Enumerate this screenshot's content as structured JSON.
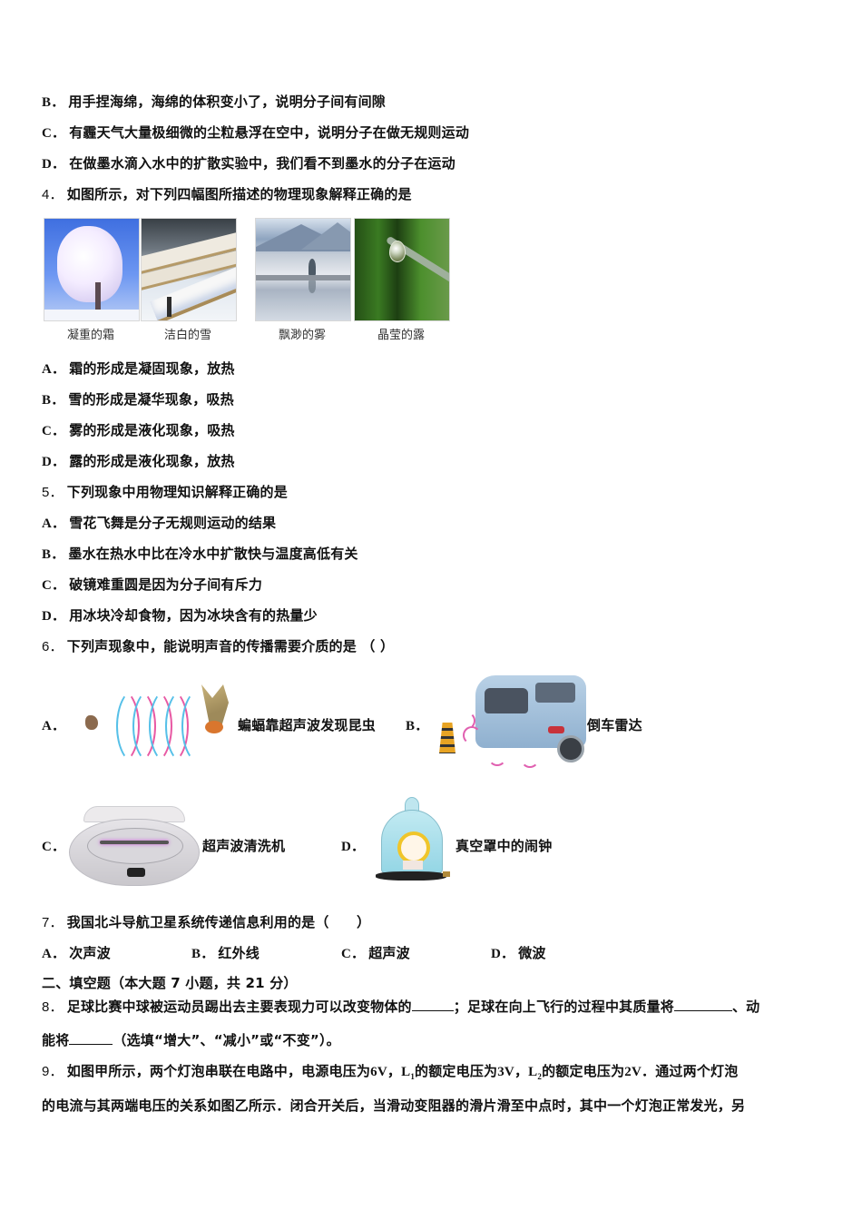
{
  "q3_options": {
    "B": {
      "label": "B．",
      "text": "用手捏海绵，海绵的体积变小了，说明分子间有间隙"
    },
    "C": {
      "label": "C．",
      "text": "有霾天气大量极细微的尘粒悬浮在空中，说明分子在做无规则运动"
    },
    "D": {
      "label": "D．",
      "text": "在做墨水滴入水中的扩散实验中，我们看不到墨水的分子在运动"
    }
  },
  "q4": {
    "number": "4．",
    "stem": "如图所示，对下列四幅图所描述的物理现象解释正确的是",
    "images": [
      {
        "caption": "凝重的霜",
        "icon": "frost-tree-photo"
      },
      {
        "caption": "洁白的雪",
        "icon": "snowy-bench-photo"
      },
      {
        "caption": "飘渺的雾",
        "icon": "foggy-lake-photo"
      },
      {
        "caption": "晶莹的露",
        "icon": "dew-drop-photo"
      }
    ],
    "options": [
      {
        "label": "A．",
        "text": "霜的形成是凝固现象，放热"
      },
      {
        "label": "B．",
        "text": "雪的形成是凝华现象，吸热"
      },
      {
        "label": "C．",
        "text": "雾的形成是液化现象，吸热"
      },
      {
        "label": "D．",
        "text": "露的形成是液化现象，放热"
      }
    ]
  },
  "q5": {
    "number": "5．",
    "stem": "下列现象中用物理知识解释正确的是",
    "options": [
      {
        "label": "A．",
        "text": "雪花飞舞是分子无规则运动的结果"
      },
      {
        "label": "B．",
        "text": "墨水在热水中比在冷水中扩散快与温度高低有关"
      },
      {
        "label": "C．",
        "text": "破镜难重圆是因为分子间有斥力"
      },
      {
        "label": "D．",
        "text": "用冰块冷却食物，因为冰块含有的热量少"
      }
    ]
  },
  "q6": {
    "number": "6．",
    "stem": "下列声现象中，能说明声音的传播需要介质的是 （ ）",
    "options": [
      {
        "label": "A．",
        "text": "蝙蝠靠超声波发现昆虫",
        "icon": "bat-echolocation-illustration"
      },
      {
        "label": "B．",
        "text": "倒车雷达",
        "icon": "car-parking-radar-illustration"
      },
      {
        "label": "C．",
        "text": "超声波清洗机",
        "icon": "ultrasonic-cleaner-illustration"
      },
      {
        "label": "D．",
        "text": "真空罩中的闹钟",
        "icon": "bell-jar-alarm-clock-illustration"
      }
    ]
  },
  "q7": {
    "number": "7．",
    "stem": "我国北斗导航卫星系统传递信息利用的是（　　）",
    "options": [
      {
        "label": "A．",
        "text": "次声波"
      },
      {
        "label": "B．",
        "text": "红外线"
      },
      {
        "label": "C．",
        "text": "超声波"
      },
      {
        "label": "D．",
        "text": "微波"
      }
    ]
  },
  "section2": {
    "heading": "二、填空题（本大题 7 小题，共 21 分）"
  },
  "q8": {
    "number": "8．",
    "line1_a": "足球比赛中球被运动员踢出去主要表现力可以改变物体的",
    "line1_b": "；足球在向上飞行的过程中其质量将",
    "line1_c": "、动",
    "line2_a": "能将",
    "line2_b": "（选填“增大”、“减小”或“不变”）。"
  },
  "q9": {
    "number": "9．",
    "line1_a": "如图甲所示，两个灯泡串联在电路中，电源电压为",
    "v_source": "6V",
    "line1_b": "，",
    "L1": "L",
    "L1_sub": "1",
    "line1_c": "的额定电压为",
    "v_L1": "3V",
    "line1_d": "，",
    "L2": "L",
    "L2_sub": "2",
    "line1_e": "的额定电压为",
    "v_L2": "2V",
    "line1_f": "．通过两个灯泡",
    "line2": "的电流与其两端电压的关系如图乙所示．闭合开关后，当滑动变阻器的滑片滑至中点时，其中一个灯泡正常发光，另"
  }
}
